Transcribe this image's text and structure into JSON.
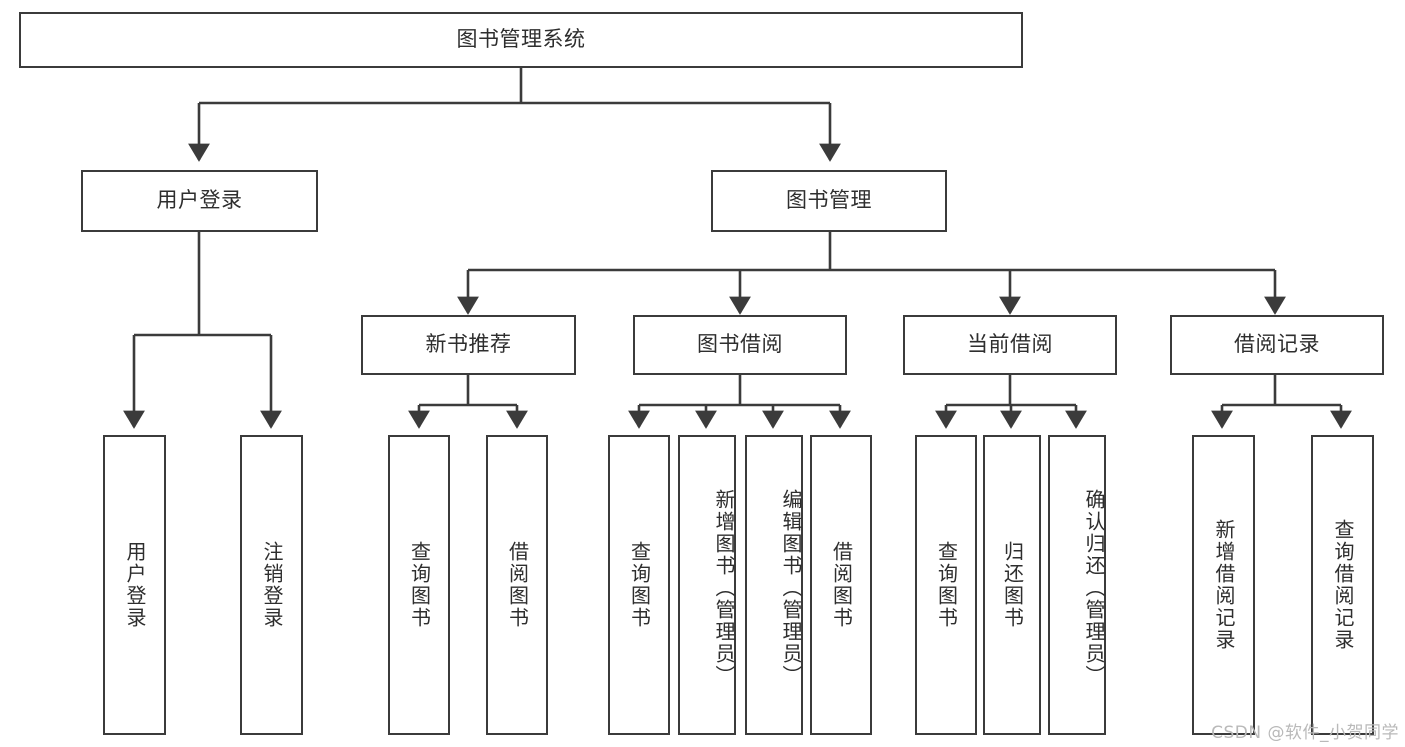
{
  "diagram": {
    "title_node": {
      "label": "图书管理系统"
    },
    "level1": [
      {
        "label": "用户登录"
      },
      {
        "label": "图书管理"
      }
    ],
    "level2": [
      {
        "label": "新书推荐"
      },
      {
        "label": "图书借阅"
      },
      {
        "label": "当前借阅"
      },
      {
        "label": "借阅记录"
      }
    ],
    "leaves": {
      "user_login": [
        {
          "label": "用户登录"
        },
        {
          "label": "注销登录"
        }
      ],
      "new_book_recommend": [
        {
          "label": "查询图书"
        },
        {
          "label": "借阅图书"
        }
      ],
      "book_borrow": [
        {
          "label": "查询图书"
        },
        {
          "label": "新增图书（管理员）"
        },
        {
          "label": "编辑图书（管理员）"
        },
        {
          "label": "借阅图书"
        }
      ],
      "current_borrow": [
        {
          "label": "查询图书"
        },
        {
          "label": "归还图书"
        },
        {
          "label": "确认归还（管理员）"
        }
      ],
      "borrow_record": [
        {
          "label": "新增借阅记录"
        },
        {
          "label": "查询借阅记录"
        }
      ]
    },
    "watermark": "CSDN @软件_小贺同学",
    "colors": {
      "stroke": "#3b3b3b",
      "text": "#2e2e2e",
      "background": "#ffffff",
      "watermark": "#b9b9b9"
    }
  }
}
